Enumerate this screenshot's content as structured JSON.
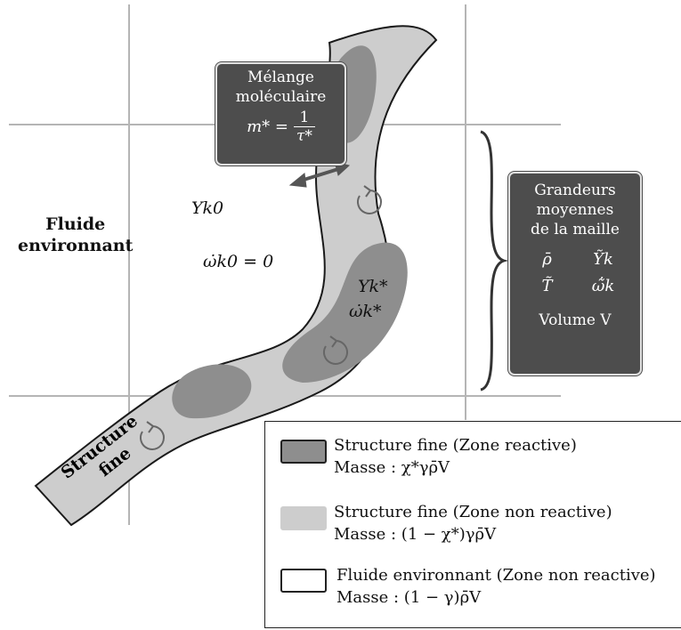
{
  "side_label": {
    "line1": "Fluide",
    "line2": "environnant"
  },
  "mixing_box": {
    "line1": "Mélange",
    "line2": "moléculaire",
    "formula_lhs": "m* =",
    "formula_num": "1",
    "formula_den": "τ*"
  },
  "surroundings": {
    "species": "Yk0",
    "reaction": "ω̇k0 = 0"
  },
  "fine_structure": {
    "species": "Yk*",
    "reaction": "ω̇k*",
    "label1": "Structure",
    "label2": "fine"
  },
  "mean_box": {
    "line1": "Grandeurs",
    "line2": "moyennes",
    "line3": "de la maille",
    "rho": "ρ̄",
    "Y": "Ỹk",
    "T": "T̃",
    "omega": "ω̃̇k",
    "volume": "Volume V"
  },
  "legend": {
    "items": [
      {
        "title": "Structure fine (Zone reactive)",
        "mass": "Masse : χ*γρ̄V"
      },
      {
        "title": "Structure fine (Zone non reactive)",
        "mass": "Masse : (1 − χ*)γρ̄V"
      },
      {
        "title": "Fluide environnant (Zone non reactive)",
        "mass": "Masse : (1 − γ)ρ̄V"
      }
    ]
  },
  "colors": {
    "reactive": "#8e8e8e",
    "non_reactive": "#cdcdcd",
    "surrounding": "#ffffff",
    "box_fill": "#4d4d4d",
    "grid": "#b5b5b5"
  }
}
